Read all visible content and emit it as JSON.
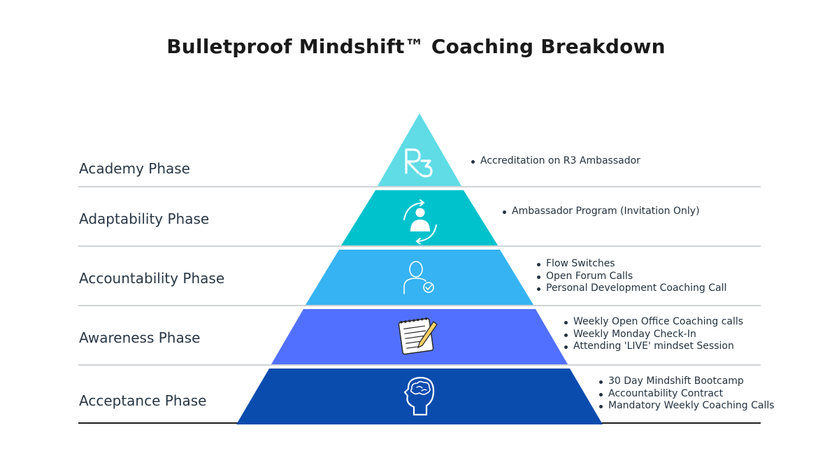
{
  "title": "Bulletproof Mindshift™ Coaching Breakdown",
  "colors": {
    "academy": "#5fdce6",
    "adaptability": "#00c2cc",
    "accountability": "#36b3f2",
    "awareness": "#5270ff",
    "acceptance": "#0a4cae",
    "text": "#283746"
  },
  "phases": [
    {
      "label": "Academy Phase",
      "icon": "r3-logo-icon",
      "icon_text": "R3",
      "bullets": [
        "Accreditation on R3 Ambassador"
      ]
    },
    {
      "label": "Adaptability Phase",
      "icon": "person-cycle-icon",
      "bullets": [
        "Ambassador Program (Invitation Only)"
      ]
    },
    {
      "label": "Accountability Phase",
      "icon": "person-check-icon",
      "bullets": [
        "Flow Switches",
        "Open Forum Calls",
        "Personal Development Coaching Call"
      ]
    },
    {
      "label": "Awareness Phase",
      "icon": "notepad-pen-icon",
      "bullets": [
        "Weekly Open Office Coaching calls",
        "Weekly Monday Check-In",
        "Attending 'LIVE' mindset Session"
      ]
    },
    {
      "label": "Acceptance Phase",
      "icon": "brain-head-icon",
      "bullets": [
        "30 Day Mindshift Bootcamp",
        "Accountability Contract",
        "Mandatory Weekly Coaching Calls"
      ]
    }
  ]
}
